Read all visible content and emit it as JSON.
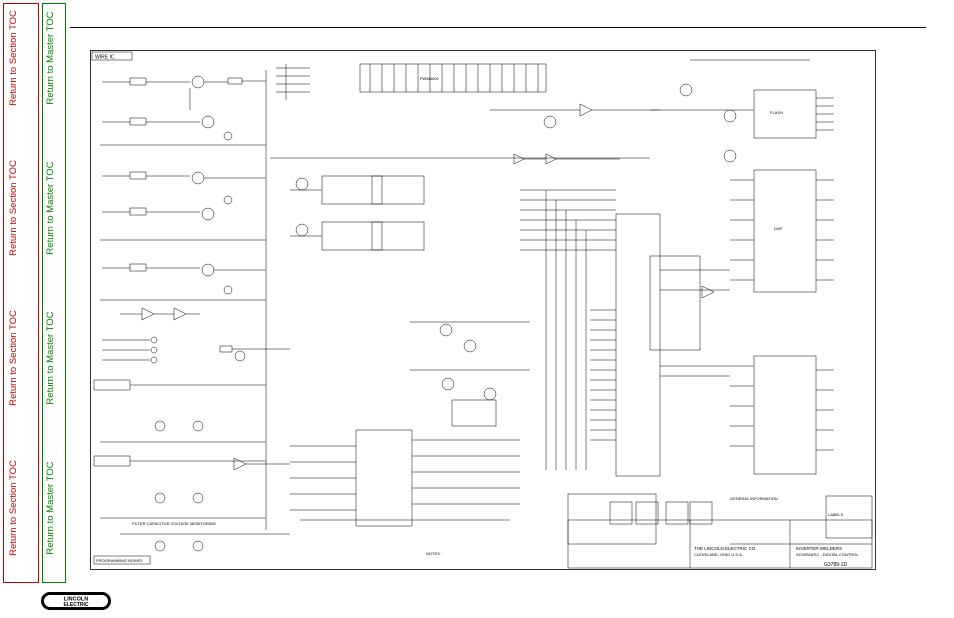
{
  "nav": {
    "section_link": "Return to Section TOC",
    "master_link": "Return to Master TOC"
  },
  "logo": {
    "line1": "LINCOLN",
    "line2": "ELECTRIC"
  },
  "schematic": {
    "block_label": "WIRE IC",
    "center_chip": "PWM4000",
    "right_chip_1": "FLASH",
    "right_chip_2": "DSP",
    "notes_heading": "NOTES :",
    "general_info": "GENERAL INFORMATION",
    "labels_heading": "LABELS",
    "company": "THE LINCOLN ELECTRIC CO.",
    "company_city": "CLEVELAND, OHIO U.S.A.",
    "title_1": "INVERTER WELDERS",
    "title_2": "SCHEMATIC - DIGITAL CONTROL",
    "drawing_no": "G3789-1D",
    "filter_note": "FILTER CAPACITOR VOLTAGE MONITORING",
    "bottom_left_box": "PROGRAMMING BOARD"
  }
}
